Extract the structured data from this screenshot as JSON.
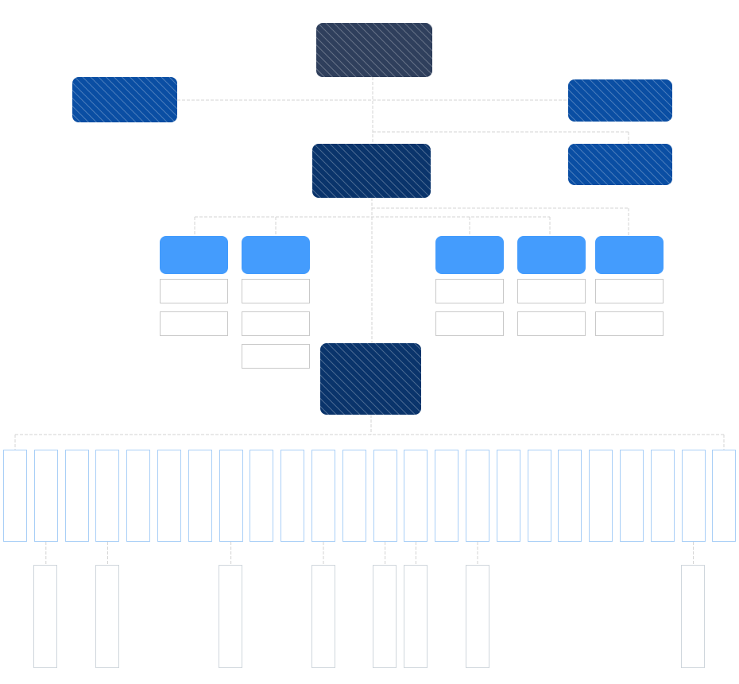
{
  "colors": {
    "root": "#2f3f5c",
    "side": "#0a4ea3",
    "hub": "#0a346b",
    "team": "#449cfd",
    "connector": "#d3d3d3",
    "detail_outline": "#a9cff7",
    "sub_outline": "#cfd6dc"
  },
  "chart": {
    "root": {
      "label": ""
    },
    "left_assistant": {
      "label": ""
    },
    "right_assistant": {
      "label": ""
    },
    "right_secondary": {
      "label": ""
    },
    "hub": {
      "label": ""
    },
    "teams": [
      {
        "label": "",
        "members": [
          "",
          ""
        ]
      },
      {
        "label": "",
        "members": [
          "",
          "",
          ""
        ]
      },
      {
        "label": "",
        "members": [
          "",
          ""
        ]
      },
      {
        "label": "",
        "members": [
          "",
          ""
        ]
      },
      {
        "label": "",
        "members": [
          "",
          ""
        ]
      }
    ],
    "lower_hub": {
      "label": ""
    },
    "staff_columns": 24,
    "sub_staff_under_columns": [
      1,
      3,
      7,
      10,
      12,
      13,
      15,
      22
    ]
  }
}
